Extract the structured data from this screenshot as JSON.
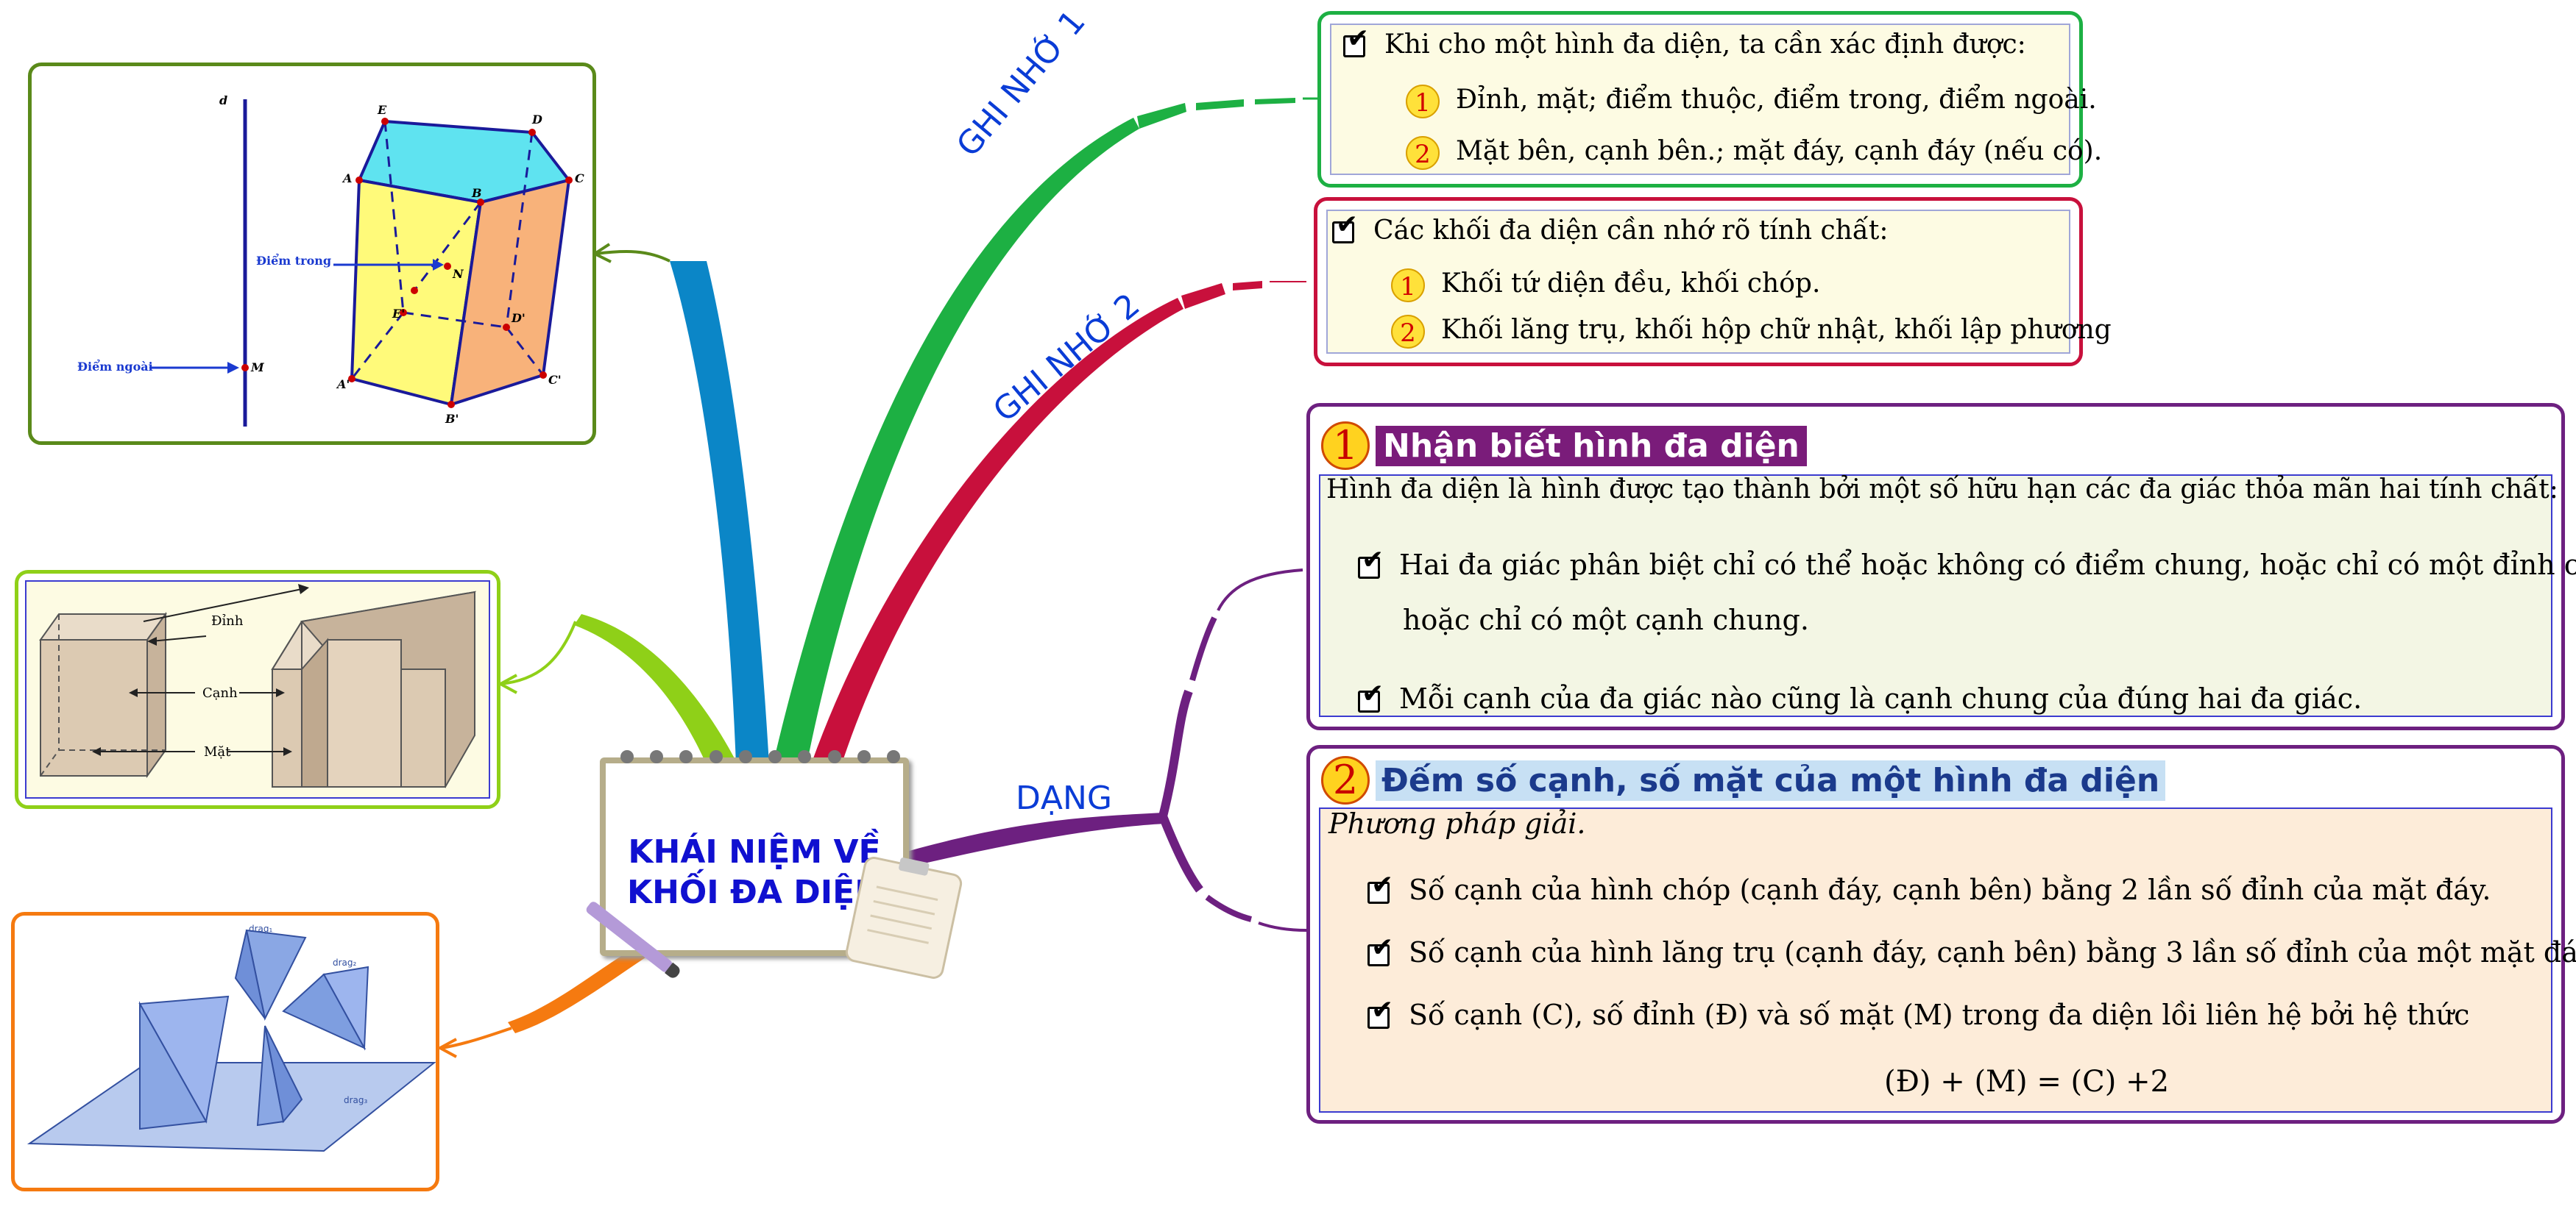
{
  "center": {
    "line1": "KHÁI NIỆM VỀ",
    "line2": "KHỐI ĐA DIỆN"
  },
  "branches": {
    "ghi_nho_1": "GHI NHỚ 1",
    "ghi_nho_2": "GHI NHỚ 2",
    "dang": "DẠNG"
  },
  "note1": {
    "title": "Khi cho một hình đa diện, ta cần xác định được:",
    "items": [
      {
        "n": "1",
        "text": "Đỉnh, mặt; điểm thuộc, điểm trong, điểm ngoài."
      },
      {
        "n": "2",
        "text": "Mặt bên, cạnh bên.; mặt đáy, cạnh đáy (nếu có)."
      }
    ]
  },
  "note2": {
    "title": "Các khối đa diện cần nhớ rõ tính chất:",
    "items": [
      {
        "n": "1",
        "text": "Khối tứ diện đều, khối chóp."
      },
      {
        "n": "2",
        "text": "Khối lăng trụ, khối hộp chữ nhật, khối lập phương"
      }
    ]
  },
  "type1": {
    "n": "1",
    "title": "Nhận biết hình đa diện",
    "intro": "Hình đa diện là hình được tạo thành bởi một số hữu hạn các đa giác thỏa mãn hai tính chất:",
    "item1_line1": "Hai đa giác phân biệt chỉ có thể hoặc không có điểm chung, hoặc chỉ có một đỉnh chung",
    "item1_line2": "hoặc chỉ có một cạnh chung.",
    "item2": "Mỗi cạnh của đa giác nào cũng là cạnh chung của đúng hai đa giác."
  },
  "type2": {
    "n": "2",
    "title": "Đếm số cạnh, số mặt của một hình đa diện",
    "method": "Phương pháp giải.",
    "items": [
      "Số cạnh của hình chóp (cạnh đáy, cạnh bên) bằng 2 lần số đỉnh của mặt đáy.",
      "Số cạnh của hình lăng trụ (cạnh đáy, cạnh bên) bằng 3 lần số đỉnh của một mặt đáy",
      "Số cạnh (C), số đỉnh (Đ) và số mặt (M) trong đa diện lồi liên hệ bởi hệ thức"
    ],
    "formula": "(Đ) + (M) = (C) +2"
  },
  "img1": {
    "d": "d",
    "E": "E",
    "D": "D",
    "A": "A",
    "C": "C",
    "B": "B",
    "N": "N",
    "E2": "E'",
    "D2": "D'",
    "A2": "A'",
    "C2": "C'",
    "B2": "B'",
    "M": "M",
    "diem_trong": "Điểm trong",
    "diem_ngoai": "Điểm ngoài"
  },
  "img2": {
    "dinh": "Đỉnh",
    "canh": "Cạnh",
    "mat": "Mặt"
  },
  "img3": {
    "drag1": "drag₁",
    "drag2": "drag₂",
    "drag3": "drag₃"
  },
  "colors": {
    "green": "#1db043",
    "crimson": "#c8103c",
    "purple": "#6d2080",
    "blue_branch": "#0b86c7",
    "lime": "#8fd018",
    "orange": "#f57a10",
    "olive": "#5a8a1a"
  }
}
